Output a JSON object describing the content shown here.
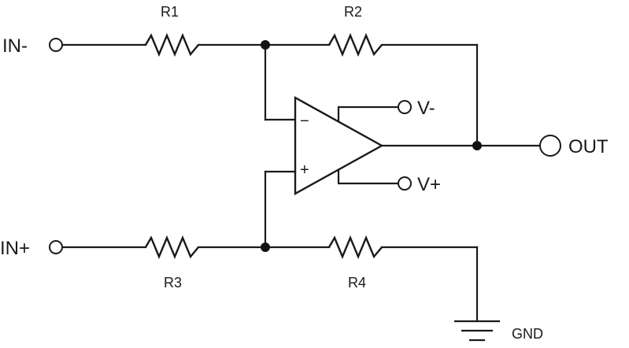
{
  "diagram": {
    "terminals": {
      "in_minus": "IN-",
      "in_plus": "IN+",
      "v_minus": "V-",
      "v_plus": "V+",
      "out": "OUT",
      "gnd": "GND"
    },
    "resistors": {
      "r1": "R1",
      "r2": "R2",
      "r3": "R3",
      "r4": "R4"
    },
    "opamp": {
      "inverting_sign": "−",
      "noninverting_sign": "+"
    }
  }
}
